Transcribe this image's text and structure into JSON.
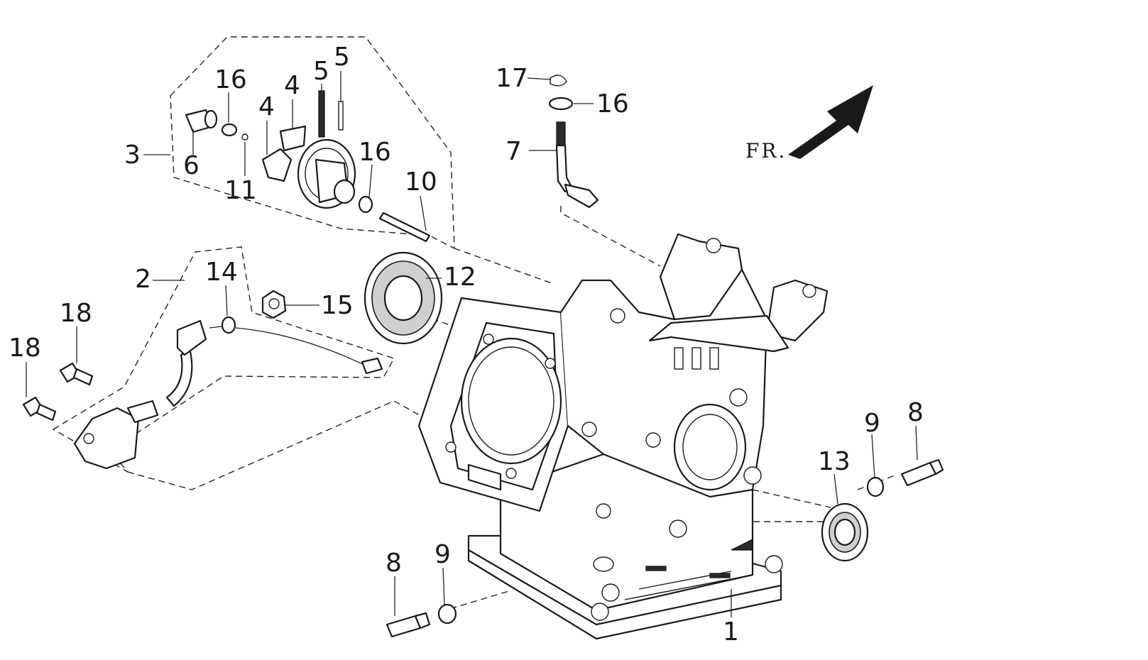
{
  "diagram": {
    "callouts": {
      "c1": "1",
      "c2": "2",
      "c3": "3",
      "c4a": "4",
      "c4b": "4",
      "c5a": "5",
      "c5b": "5",
      "c6": "6",
      "c7": "7",
      "c8a": "8",
      "c8b": "8",
      "c9a": "9",
      "c9b": "9",
      "c10": "10",
      "c11": "11",
      "c12": "12",
      "c13": "13",
      "c14": "14",
      "c15": "15",
      "c16a": "16",
      "c16b": "16",
      "c16c": "16",
      "c17": "17",
      "c18a": "18",
      "c18b": "18"
    },
    "front_label": "FR.",
    "arrow_icon": "front-direction-arrow-icon"
  }
}
